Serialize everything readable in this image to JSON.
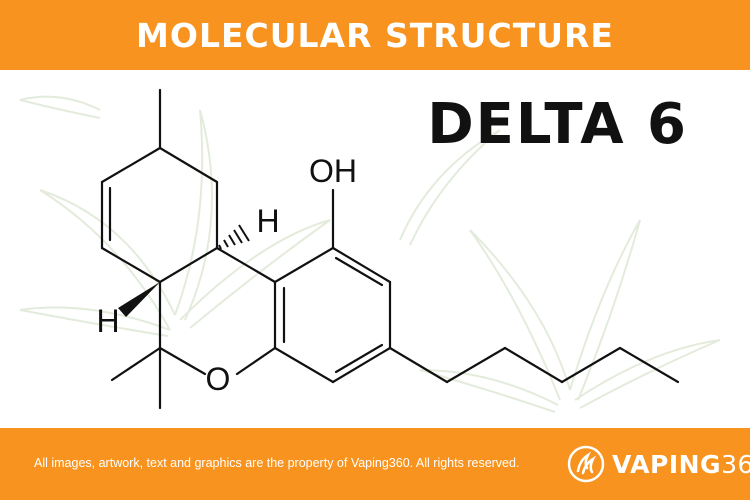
{
  "header": {
    "title": "MOLECULAR STRUCTURE"
  },
  "compound": {
    "name": "DELTA 6"
  },
  "atoms": {
    "hydroxyl": "OH",
    "oxygen": "O",
    "hydrogen_top": "H",
    "hydrogen_left": "H"
  },
  "footer": {
    "copyright": "All images, artwork, text and graphics are the property of Vaping360. All rights reserved.",
    "brand_word": "VAPING",
    "brand_number": "360"
  },
  "icons": {
    "logo": "vaping360-flame-icon",
    "watermark": "cannabis-leaf-icon"
  },
  "colors": {
    "accent": "#f7931e",
    "ink": "#111111",
    "watermark": "#e3ecdc"
  }
}
